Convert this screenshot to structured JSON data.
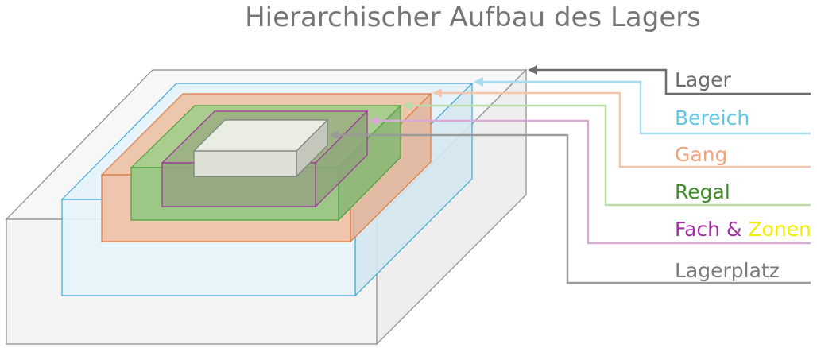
{
  "diagram": {
    "title": "Hierarchischer Aufbau des Lagers",
    "levels": [
      {
        "id": "lager",
        "label": "Lager",
        "color": "#6d6d6d"
      },
      {
        "id": "bereich",
        "label": "Bereich",
        "color": "#5ec8e6"
      },
      {
        "id": "gang",
        "label": "Gang",
        "color": "#f0a27a"
      },
      {
        "id": "regal",
        "label": "Regal",
        "color": "#3f8a2a"
      },
      {
        "id": "fach",
        "label": "Fach & ",
        "label_extra": "Zonen",
        "color": "#a42fa0",
        "extra_color": "#f2ee00"
      },
      {
        "id": "lagerplatz",
        "label": "Lagerplatz",
        "color": "#7a7a7a"
      }
    ]
  }
}
